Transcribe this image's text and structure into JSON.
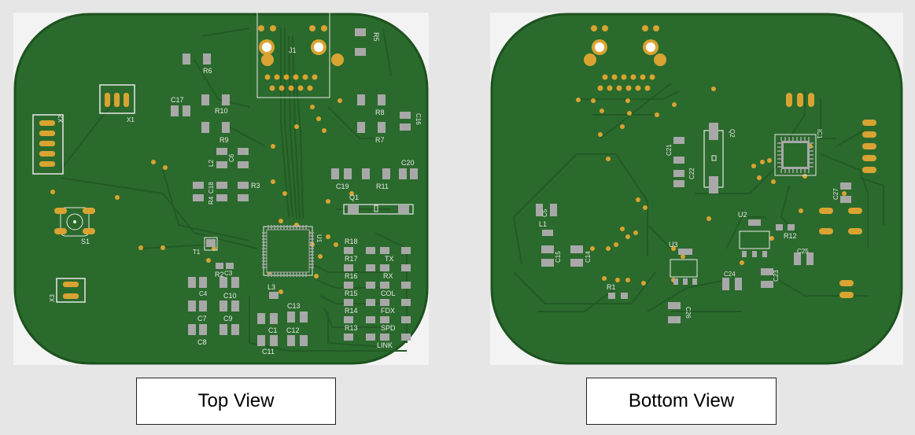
{
  "captions": {
    "top": "Top View",
    "bottom": "Bottom View"
  },
  "colors": {
    "board": "#2b6a2d",
    "board_edge": "#1d521f",
    "trace": "#235a25",
    "pad_gold": "#d9a332",
    "pad_grey": "#a8a8a8",
    "silk": "#e8e8e8",
    "background": "#e6e6e6"
  },
  "top_labels": {
    "J1": "J1",
    "R5": "R5",
    "R6": "R6",
    "C17": "C17",
    "R10": "R10",
    "R9": "R9",
    "X2": "X2",
    "X1": "X1",
    "C6": "C6",
    "L2": "L2",
    "C18": "C18",
    "R4": "R4",
    "R3": "R3",
    "R8": "R8",
    "C16": "C16",
    "R7": "R7",
    "C19": "C19",
    "R11": "R11",
    "C20": "C20",
    "Q1": "Q1",
    "S1": "S1",
    "T1": "T1",
    "R2": "R2",
    "C3": "C3",
    "U1": "U1",
    "R18": "R18",
    "R17": "R17",
    "R16": "R16",
    "R15": "R15",
    "R14": "R14",
    "R13": "R13",
    "TX": "TX",
    "RX": "RX",
    "COL": "COL",
    "FDX": "FDX",
    "SPD": "SPD",
    "LINK": "LINK",
    "L3": "L3",
    "C4": "C4",
    "C10": "C10",
    "C7": "C7",
    "C9": "C9",
    "C8": "C8",
    "C13": "C13",
    "C1": "C1",
    "C12": "C12",
    "C11": "C11",
    "X3": "X3"
  },
  "bottom_labels": {
    "C21": "C21",
    "C22": "C22",
    "Q2": "Q2",
    "IC1": "IC1",
    "U2": "U2",
    "R12": "R12",
    "C27": "C27",
    "L1": "L1",
    "C5": "C5",
    "C15": "C15",
    "C14": "C14",
    "U3": "U3",
    "C25": "C25",
    "C23": "C23",
    "C24": "C24",
    "R1": "R1",
    "C26": "C26"
  }
}
